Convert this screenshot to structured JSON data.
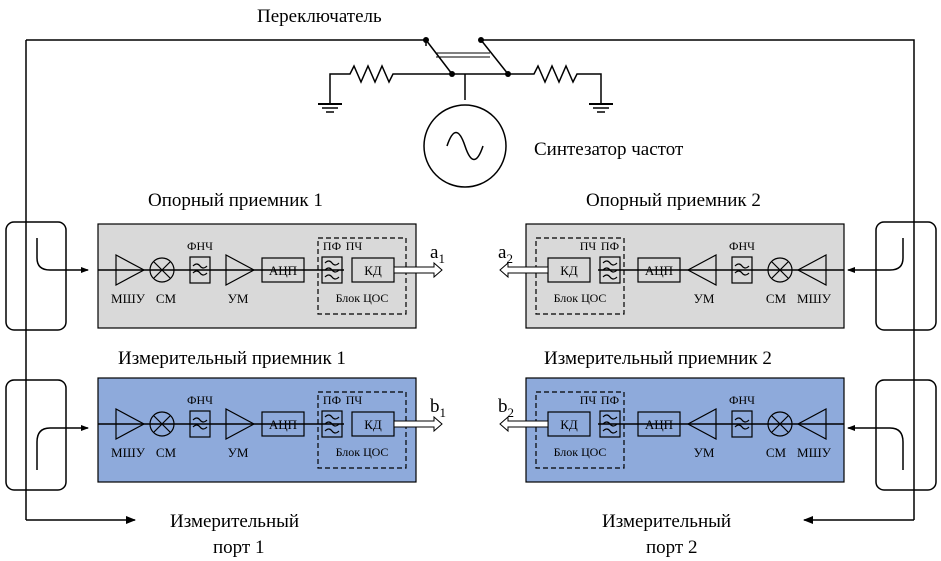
{
  "switch_label": "Переключатель",
  "synth_label": "Синтезатор частот",
  "receivers": {
    "ref1": "Опорный приемник 1",
    "ref2": "Опорный приемник 2",
    "meas1": "Измерительный приемник 1",
    "meas2": "Измерительный приемник 2"
  },
  "blocks": {
    "lna": "МШУ",
    "mixer": "СМ",
    "lpf": "ФНЧ",
    "amp": "УМ",
    "adc": "АЦП",
    "bpf": "ПФ",
    "if_label": "ПЧ",
    "kd": "КД",
    "dsp": "Блок ЦОС"
  },
  "outputs": {
    "a1": {
      "main": "a",
      "sub": "1"
    },
    "a2": {
      "main": "a",
      "sub": "2"
    },
    "b1": {
      "main": "b",
      "sub": "1"
    },
    "b2": {
      "main": "b",
      "sub": "2"
    }
  },
  "ports": {
    "port1": {
      "line1": "Измерительный",
      "line2": "порт 1"
    },
    "port2": {
      "line1": "Измерительный",
      "line2": "порт 2"
    }
  },
  "colors": {
    "reference_panel": "#d9d9d9",
    "measurement_panel": "#8eaadb",
    "stroke": "#000000"
  }
}
